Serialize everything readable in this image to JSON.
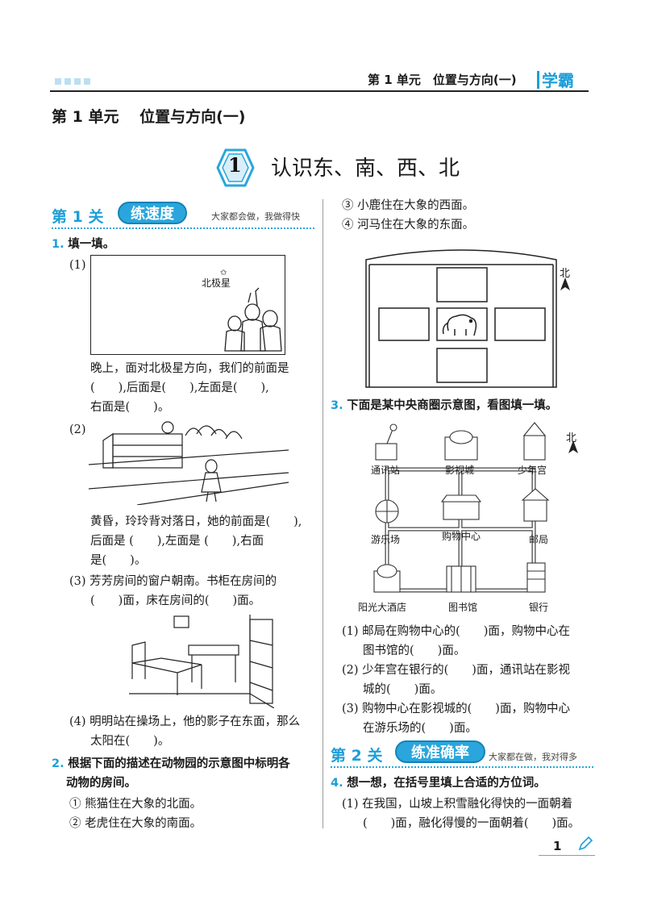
{
  "header": {
    "title": "第 1 单元　位置与方向(一)",
    "brand": "学霸"
  },
  "unit_title": "第 1 单元　 位置与方向(一)",
  "lesson": {
    "number": "1",
    "title": "认识东、南、西、北"
  },
  "section1": {
    "label": "第 1 关",
    "pill": "练速度",
    "note": "大家都会做，我做得快"
  },
  "section2": {
    "label": "第 2 关",
    "pill": "练准确率",
    "note": "大家都在做，我对得多"
  },
  "q1": {
    "num": "1.",
    "head": "填一填。",
    "p1_label": "(1)",
    "p1_star_label": "北极星",
    "p1_line1": "晚上，面对北极星方向，我们的前面是",
    "p1_line2": "(　　),后面是(　　),左面是(　　),",
    "p1_line3": "右面是(　　)。",
    "p2_label": "(2)",
    "p2_line1": "黄昏，玲玲背对落日，她的前面是(　　),",
    "p2_line2": "后面是 (　　),左面是 (　　),右面",
    "p2_line3": "是(　　)。",
    "p3_line1": "(3) 芳芳房间的窗户朝南。书柜在房间的",
    "p3_line2": "(　　)面，床在房间的(　　)面。",
    "p4_line1": "(4) 明明站在操场上，他的影子在东面，那么",
    "p4_line2": "太阳在(　　)。"
  },
  "q2": {
    "num": "2.",
    "head_line1": "根据下面的描述在动物园的示意图中标明各",
    "head_line2": "动物的房间。",
    "items": [
      "① 熊猫住在大象的北面。",
      "② 老虎住在大象的南面。",
      "③ 小鹿住在大象的西面。",
      "④ 河马住在大象的东面。"
    ],
    "north_label": "北"
  },
  "q3": {
    "num": "3.",
    "head": "下面是某中央商圈示意图，看图填一填。",
    "north_label": "北",
    "places": [
      "通讯站",
      "影视城",
      "少年宫",
      "游乐场",
      "购物中心",
      "邮局",
      "阳光大酒店",
      "图书馆",
      "银行"
    ],
    "p1_line1": "(1) 邮局在购物中心的(　　)面，购物中心在",
    "p1_line2": "图书馆的(　　)面。",
    "p2_line1": "(2) 少年宫在银行的(　　)面，通讯站在影视",
    "p2_line2": "城的(　　)面。",
    "p3_line1": "(3) 购物中心在影视城的(　　)面，购物中心",
    "p3_line2": "在游乐场的(　　)面。"
  },
  "q4": {
    "num": "4.",
    "head": "想一想，在括号里填上合适的方位词。",
    "p1_line1": "(1) 在我国，山坡上积雪融化得快的一面朝着",
    "p1_line2": "(　　)面，融化得慢的一面朝着(　　)面。"
  },
  "page_number": "1"
}
